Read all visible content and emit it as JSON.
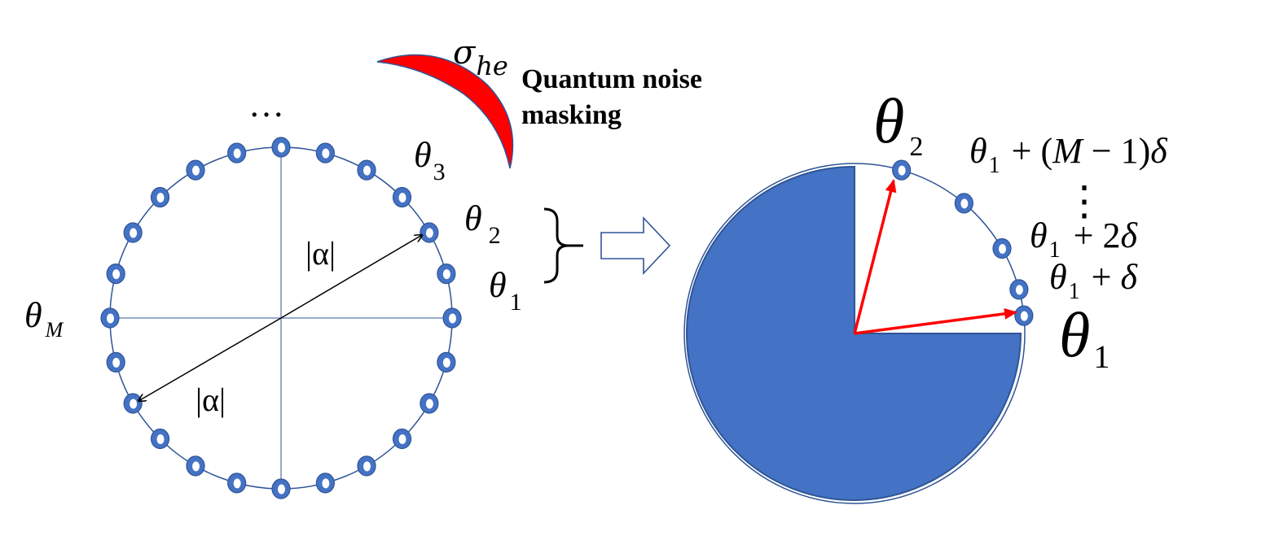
{
  "left_diagram": {
    "top_ellipsis": "…",
    "theta3": {
      "sym": "θ",
      "sub": "3"
    },
    "theta2": {
      "sym": "θ",
      "sub": "2"
    },
    "theta1": {
      "sym": "θ",
      "sub": "1"
    },
    "thetaM": {
      "sym": "θ",
      "sub": "M"
    },
    "alpha_upper": "|α|",
    "alpha_lower": "|α|",
    "point_count": 24
  },
  "noise": {
    "sigma_sym": "σ",
    "sigma_sub": "he",
    "label_line1": "Quantum noise",
    "label_line2": "masking",
    "color": "#FF0000"
  },
  "right_diagram": {
    "theta2": {
      "sym": "θ",
      "sub": "2"
    },
    "theta1": {
      "sym": "θ",
      "sub": "1"
    },
    "label_m1": {
      "sym": "θ",
      "sub": "1",
      "expr_a": "+ (",
      "expr_M": "M",
      "expr_b": " − 1)",
      "expr_d": "δ"
    },
    "label_2d": {
      "sym": "θ",
      "sub": "1",
      "expr": "+ 2",
      "expr_d": "δ"
    },
    "label_d": {
      "sym": "θ",
      "sub": "1",
      "expr": "+ ",
      "expr_d": "δ"
    },
    "vdots": "⋮",
    "fill_color": "#4472C4",
    "arrow_color": "#FF0000"
  },
  "colors": {
    "circle_stroke": "#2F5597",
    "point_fill": "#4472C4"
  }
}
